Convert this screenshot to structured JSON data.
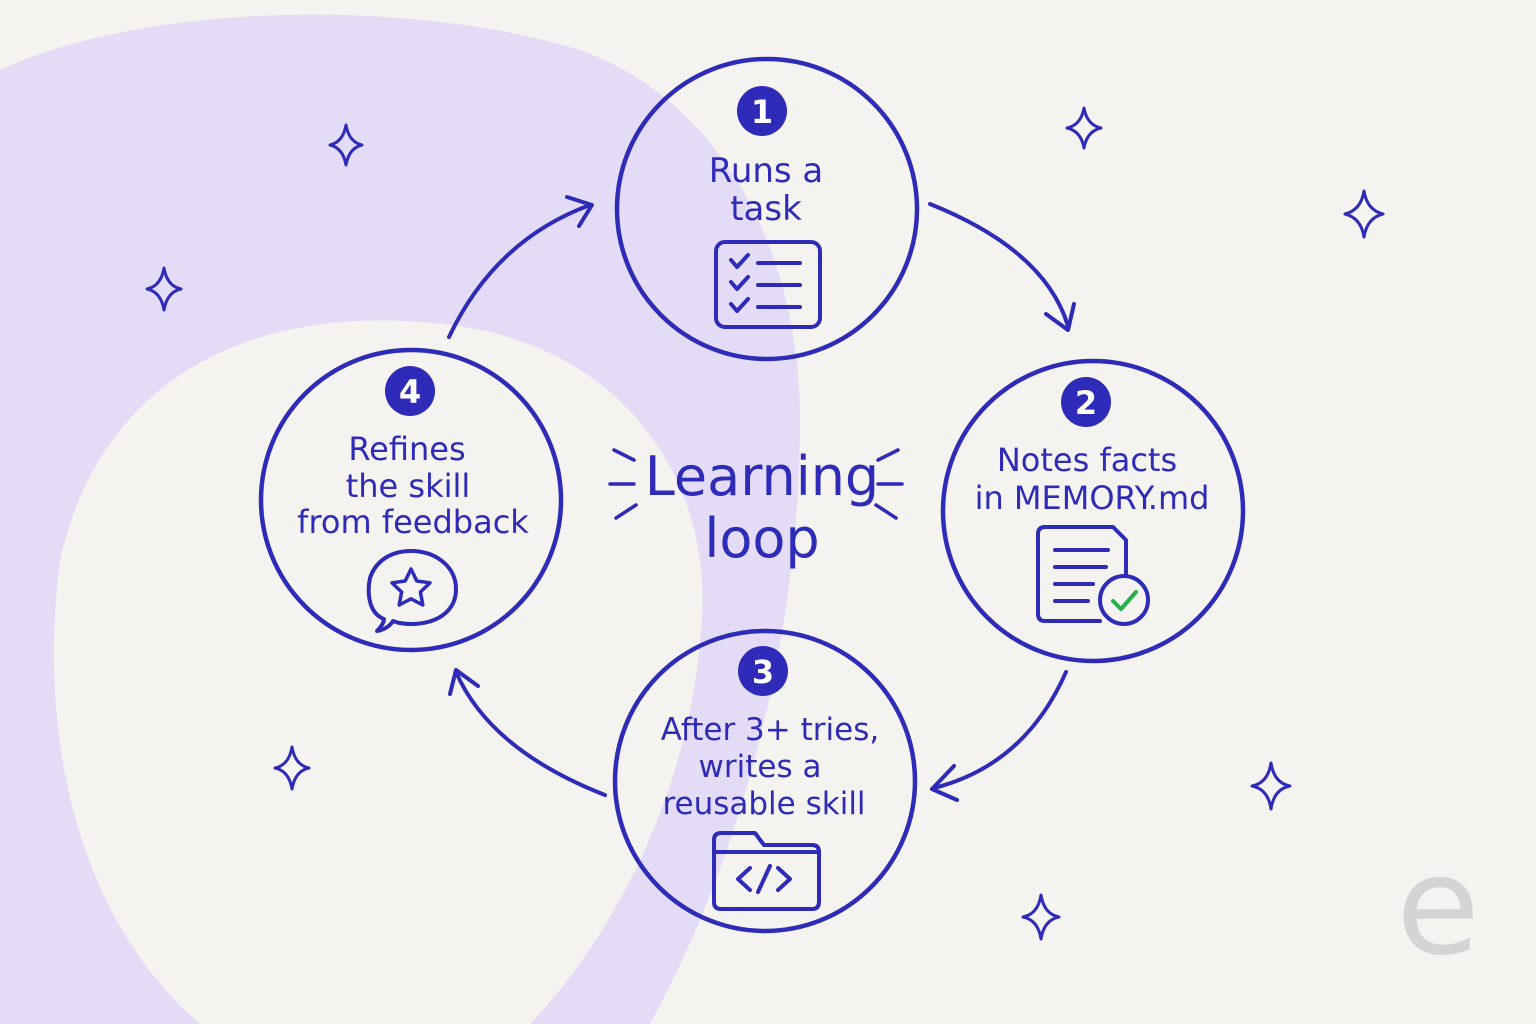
{
  "center": {
    "line1": "Learning",
    "line2": "loop"
  },
  "steps": [
    {
      "number": "1",
      "line1": "Runs a",
      "line2": "task",
      "line3": "",
      "icon": "checklist-icon"
    },
    {
      "number": "2",
      "line1": "Notes facts",
      "line2": "in MEMORY.md",
      "line3": "",
      "icon": "document-check-icon"
    },
    {
      "number": "3",
      "line1": "After 3+ tries,",
      "line2": "writes a",
      "line3": "reusable skill",
      "icon": "code-folder-icon"
    },
    {
      "number": "4",
      "line1": "Refines",
      "line2": "the skill",
      "line3": "from feedback",
      "icon": "star-feedback-icon"
    }
  ],
  "watermark": "e",
  "colors": {
    "ink": "#2e2bb8",
    "blob": "#e4dcf6",
    "background": "#f5f3ef",
    "check": "#22b14c",
    "watermark": "#d4d4d4"
  }
}
